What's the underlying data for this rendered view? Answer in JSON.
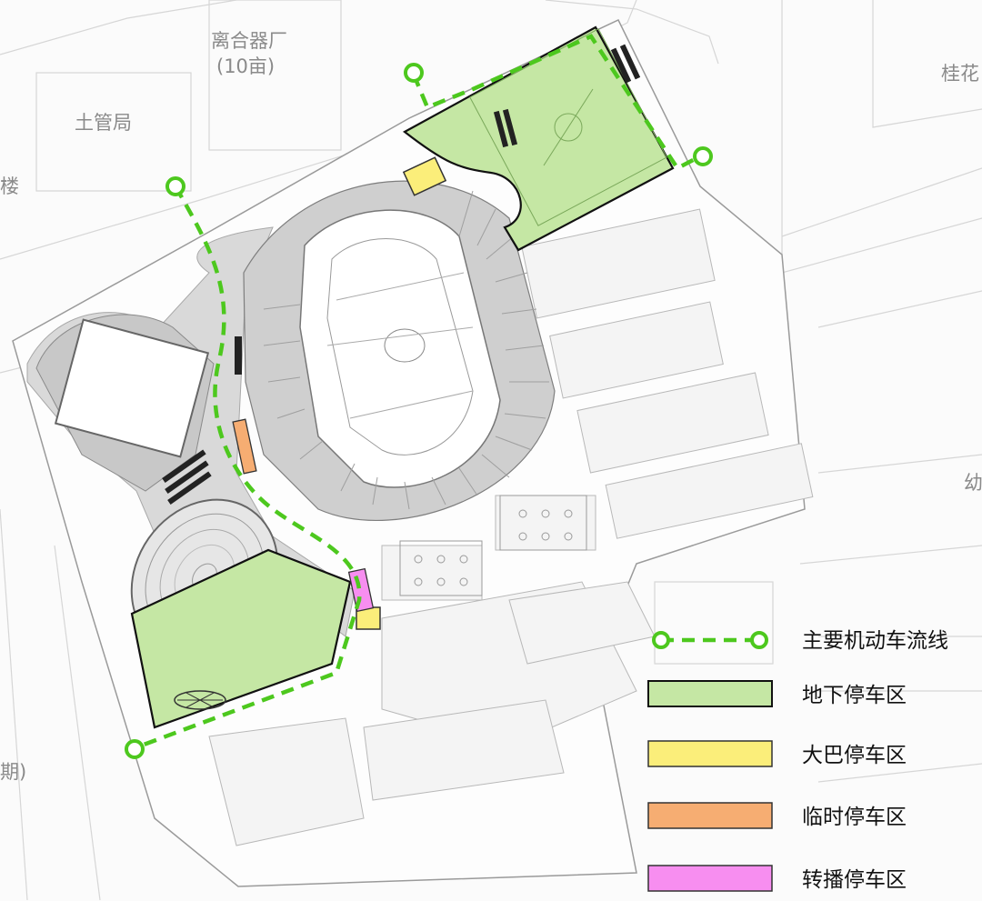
{
  "map": {
    "place_labels": [
      {
        "id": "factory",
        "text": "离合器厂"
      },
      {
        "id": "factory-area",
        "text": "(10亩)"
      },
      {
        "id": "land-bureau",
        "text": "土管局"
      },
      {
        "id": "guihua",
        "text": "桂花"
      },
      {
        "id": "lou",
        "text": "楼"
      },
      {
        "id": "qi",
        "text": "期)"
      },
      {
        "id": "you",
        "text": "幼"
      }
    ]
  },
  "legend": {
    "items": [
      {
        "key": "route",
        "label": "主要机动车流线",
        "color": "#4dc81e"
      },
      {
        "key": "underground",
        "label": "地下停车区",
        "color": "#c5e7a4"
      },
      {
        "key": "bus",
        "label": "大巴停车区",
        "color": "#fbee7a"
      },
      {
        "key": "temporary",
        "label": "临时停车区",
        "color": "#f6ad72"
      },
      {
        "key": "broadcast",
        "label": "转播停车区",
        "color": "#f78ef0"
      }
    ]
  },
  "colors": {
    "route": "#4dc81e",
    "underground": "#c5e7a4",
    "bus": "#fbee7a",
    "temporary": "#f6ad72",
    "broadcast": "#f78ef0",
    "stand": "#cfcfcf",
    "field": "#ffffff",
    "road": "#d8d8d8"
  }
}
